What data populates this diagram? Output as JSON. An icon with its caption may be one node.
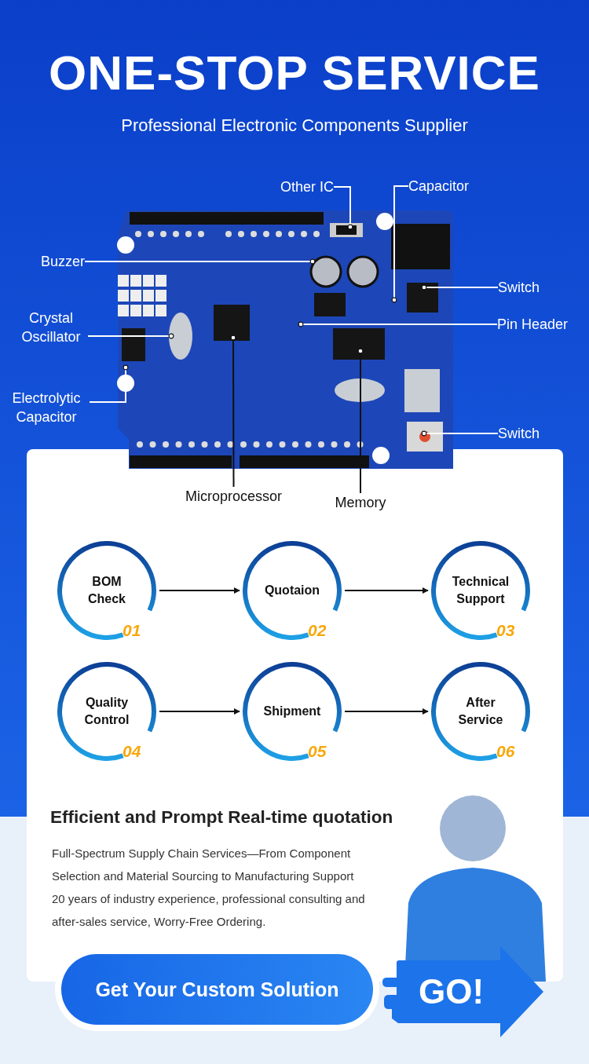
{
  "diagram": {
    "title": "ONE-STOP SERVICE",
    "nodes": [
      {
        "text": [
          "Other IC"
        ]
      },
      {
        "text": [
          "Capacitor"
        ]
      },
      {
        "text": [
          "Buzzer"
        ]
      },
      {
        "text": [
          "Switch"
        ]
      },
      {
        "text": [
          "Crystal Oscillator"
        ]
      },
      {
        "text": [
          "Pin Header"
        ]
      },
      {
        "text": [
          "Electrolytic Capacitor"
        ]
      },
      {
        "text": [
          "Switch"
        ]
      },
      {
        "text": [
          "Microprocessor"
        ]
      },
      {
        "text": [
          "Memory"
        ]
      },
      {
        "text": [
          "BOM Check",
          "01"
        ]
      },
      {
        "text": [
          "Quotaion",
          "02"
        ]
      },
      {
        "text": [
          "Technical Support",
          "03"
        ]
      },
      {
        "text": [
          "Quality Control",
          "04"
        ]
      },
      {
        "text": [
          "Shipment",
          "05"
        ]
      },
      {
        "text": [
          "After Service",
          "06"
        ]
      },
      {
        "text": [
          "Get Your Custom Solution"
        ]
      },
      {
        "text": [
          "GO!"
        ]
      }
    ],
    "edges": [
      {
        "from": 0,
        "to": null,
        "arrow": "other"
      },
      {
        "from": 1,
        "to": null,
        "arrow": "other"
      },
      {
        "from": 2,
        "to": null,
        "arrow": "other"
      },
      {
        "from": 3,
        "to": null,
        "arrow": "other"
      },
      {
        "from": 4,
        "to": null,
        "arrow": "other"
      },
      {
        "from": 5,
        "to": null,
        "arrow": "other"
      },
      {
        "from": 6,
        "to": null,
        "arrow": "other"
      },
      {
        "from": 7,
        "to": null,
        "arrow": "other"
      },
      {
        "from": 8,
        "to": null,
        "arrow": "other",
        "color": "#111111"
      },
      {
        "from": 9,
        "to": null,
        "arrow": "other",
        "color": "#111111"
      },
      {
        "from": 10,
        "to": 11,
        "arrow": "to",
        "color": "#111111"
      },
      {
        "from": 11,
        "to": 12,
        "arrow": "to",
        "color": "#111111"
      },
      {
        "from": 13,
        "to": 14,
        "arrow": "to",
        "color": "#111111"
      },
      {
        "from": 14,
        "to": 15,
        "arrow": "to",
        "color": "#111111"
      }
    ],
    "labels": [
      "Professional Electronic Components Supplier",
      "Efficient and Prompt Real-time quotation",
      "Full-Spectrum Supply Chain Services—From Component Selection and Material Sourcing to Manufacturing Support",
      "20 years of industry experience, professional consulting and after-sales service, Worry-Free Ordering."
    ]
  }
}
